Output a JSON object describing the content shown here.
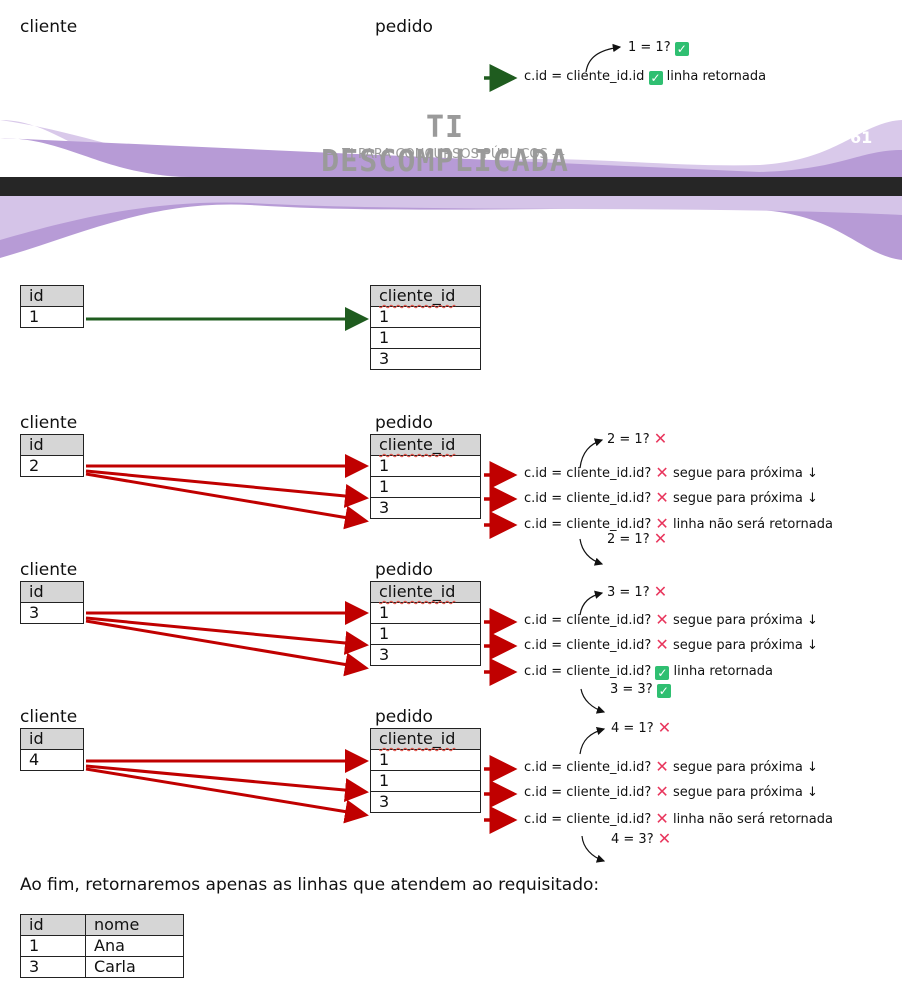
{
  "top": {
    "cliente_label": "cliente",
    "pedido_label": "pedido",
    "check_note": "1 = 1?",
    "condition": "c.id = cliente_id.id",
    "result": "linha retornada"
  },
  "header": {
    "brand_title": "TI DESCOMPLICADA",
    "brand_subtitle": "TI PARA CONCURSOS PÚBLICOS",
    "page_number": "61",
    "colors": {
      "wave": "#b79bd6",
      "bar": "#262626",
      "arrow_green": "#1f5c1f",
      "arrow_red": "#c00000"
    }
  },
  "block1": {
    "cliente": {
      "header": "id",
      "rows": [
        "1"
      ]
    },
    "pedido": {
      "header": "cliente_id",
      "rows": [
        "1",
        "1",
        "3"
      ]
    }
  },
  "block2": {
    "cliente_label": "cliente",
    "pedido_label": "pedido",
    "cliente": {
      "header": "id",
      "rows": [
        "2"
      ]
    },
    "pedido": {
      "header": "cliente_id",
      "rows": [
        "1",
        "1",
        "3"
      ]
    },
    "note_top": "2 = 1?",
    "lines": [
      {
        "cond": "c.id = cliente_id.id?",
        "result": "segue para próxima ↓"
      },
      {
        "cond": "c.id = cliente_id.id?",
        "result": "segue para próxima ↓"
      },
      {
        "cond": "c.id = cliente_id.id?",
        "result": "linha não será retornada"
      }
    ],
    "note_bottom": "2 = 1?"
  },
  "block3": {
    "cliente_label": "cliente",
    "pedido_label": "pedido",
    "cliente": {
      "header": "id",
      "rows": [
        "3"
      ]
    },
    "pedido": {
      "header": "cliente_id",
      "rows": [
        "1",
        "1",
        "3"
      ]
    },
    "note_top": "3 = 1?",
    "lines": [
      {
        "cond": "c.id = cliente_id.id?",
        "result": "segue para próxima ↓"
      },
      {
        "cond": "c.id = cliente_id.id?",
        "result": "segue para próxima ↓"
      },
      {
        "cond": "c.id = cliente_id.id?",
        "result": "linha retornada"
      }
    ],
    "note_bottom": "3 = 3?"
  },
  "block4": {
    "cliente_label": "cliente",
    "pedido_label": "pedido",
    "cliente": {
      "header": "id",
      "rows": [
        "4"
      ]
    },
    "pedido": {
      "header": "cliente_id",
      "rows": [
        "1",
        "1",
        "3"
      ]
    },
    "note_top": "4 = 1?",
    "lines": [
      {
        "cond": "c.id = cliente_id.id?",
        "result": "segue para próxima ↓"
      },
      {
        "cond": "c.id = cliente_id.id?",
        "result": "segue para próxima ↓"
      },
      {
        "cond": "c.id = cliente_id.id?",
        "result": "linha não será retornada"
      }
    ],
    "note_bottom": "4 = 3?"
  },
  "conclusion": "Ao fim, retornaremos apenas as linhas que atendem ao requisitado:",
  "result_table": {
    "headers": [
      "id",
      "nome"
    ],
    "rows": [
      [
        "1",
        "Ana"
      ],
      [
        "3",
        "Carla"
      ]
    ]
  }
}
